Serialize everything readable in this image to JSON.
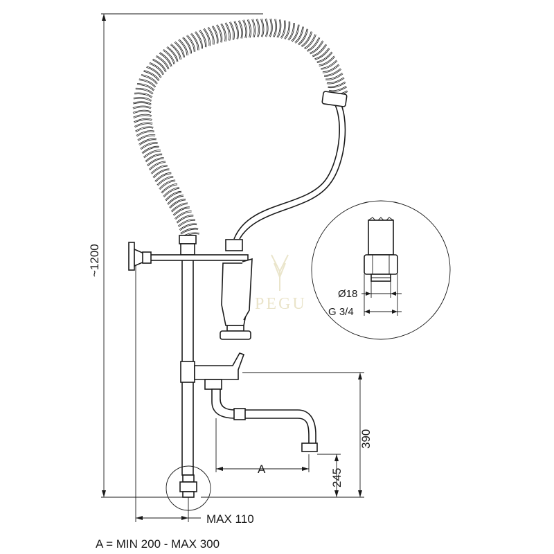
{
  "dimensions": {
    "height_total": "~1200",
    "height_spout": "390",
    "height_outlet": "245",
    "spout_reach": "A",
    "max_offset": "MAX 110",
    "diameter": "Ø18",
    "thread": "G 3/4"
  },
  "note": "A = MIN 200 - MAX 300",
  "watermark": {
    "brand": "PEGU"
  },
  "colors": {
    "line": "#1a1a1a",
    "watermark": "#d9cfa0"
  }
}
